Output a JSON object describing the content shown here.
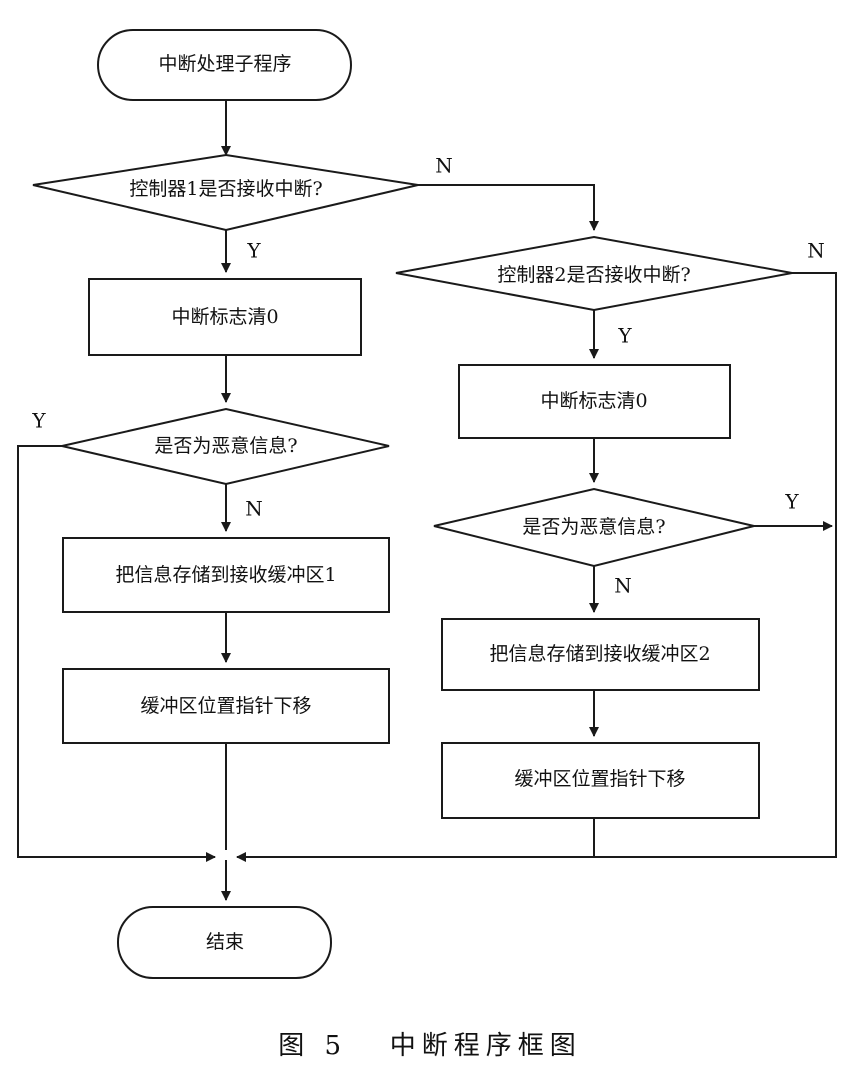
{
  "diagram": {
    "start": "中断处理子程序",
    "end": "结束",
    "left": {
      "check_controller": "控制器1是否接收中断?",
      "clear_flag": "中断标志清0",
      "check_malicious": "是否为恶意信息?",
      "store": "把信息存储到接收缓冲区1",
      "move_pointer": "缓冲区位置指针下移"
    },
    "right": {
      "check_controller": "控制器2是否接收中断?",
      "clear_flag": "中断标志清0",
      "check_malicious": "是否为恶意信息?",
      "store": "把信息存储到接收缓冲区2",
      "move_pointer": "缓冲区位置指针下移"
    },
    "edge_labels": {
      "c1_no": "N",
      "c1_yes": "Y",
      "c2_no": "N",
      "c2_yes": "Y",
      "m1_yes": "Y",
      "m1_no": "N",
      "m2_yes": "Y",
      "m2_no": "N"
    }
  },
  "caption": "图 5   中断程序框图"
}
